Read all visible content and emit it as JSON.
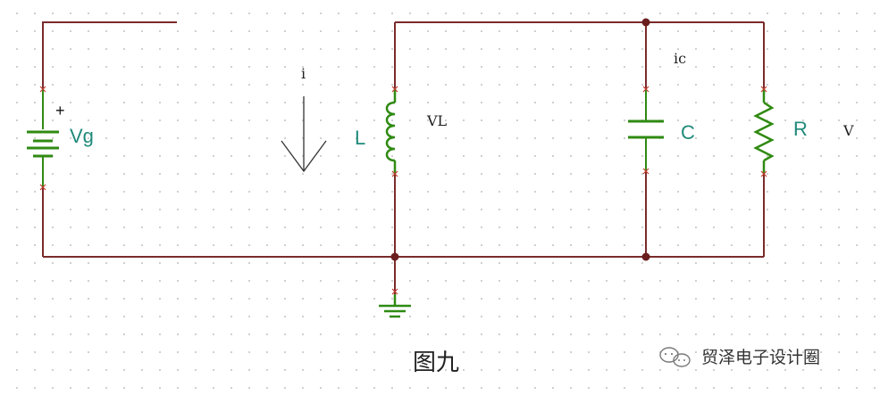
{
  "colors": {
    "wire": "#7a2b2b",
    "component": "#2f8a12",
    "label": "#1f8a7a",
    "pin_marker": "#c0392b"
  },
  "labels": {
    "source": "Vg",
    "source_polarity": "+",
    "current": "i",
    "inductor": "L",
    "inductor_voltage": "VL",
    "capacitor_current": "ic",
    "capacitor": "C",
    "resistor": "R",
    "output_voltage": "V"
  },
  "caption": "图九",
  "watermark": "贸泽电子设计圈",
  "icons": {
    "watermark_icon": "chat-bubbles-icon"
  }
}
